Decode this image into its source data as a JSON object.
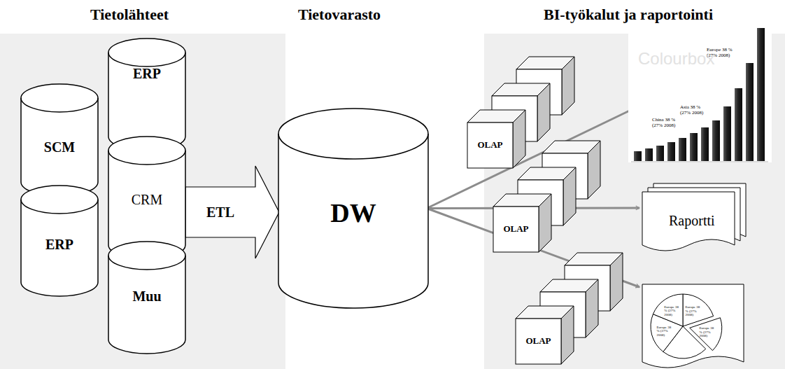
{
  "diagram": {
    "nodes": [
      {
        "text": [
          "ERP"
        ]
      },
      {
        "text": [
          "SCM"
        ]
      },
      {
        "text": [
          "CRM"
        ]
      },
      {
        "text": [
          "ERP"
        ]
      },
      {
        "text": [
          "Muu"
        ]
      },
      {
        "text": [
          "DW"
        ]
      },
      {
        "text": [
          "OLAP"
        ]
      },
      {
        "text": [
          "OLAP"
        ]
      },
      {
        "text": [
          "OLAP"
        ]
      },
      {
        "text": [
          "Europe 38 % (27% 2008)",
          "Asia 38 % (27% 2008)",
          "China 38 % (27% 2008)"
        ]
      },
      {
        "text": [
          "Raportti"
        ]
      },
      {
        "text": [
          "Europe 38 % (27% 2008)",
          "Europe 38 % (27% 2008)",
          "Europe 38 % (27% 2008)",
          "Europe 38 % (27% 2008)"
        ]
      }
    ],
    "edges": [
      {
        "from": 2,
        "to": 5,
        "label": "ETL",
        "arrow": "to"
      },
      {
        "from": 5,
        "to": 9,
        "arrow": "to"
      },
      {
        "from": 5,
        "to": 10,
        "arrow": "to"
      },
      {
        "from": 5,
        "to": 11,
        "arrow": "to"
      }
    ],
    "labels": [
      "Tietolähteet",
      "Tietovarasto",
      "BI-työkalut ja raportointi",
      "Colourbox"
    ]
  }
}
